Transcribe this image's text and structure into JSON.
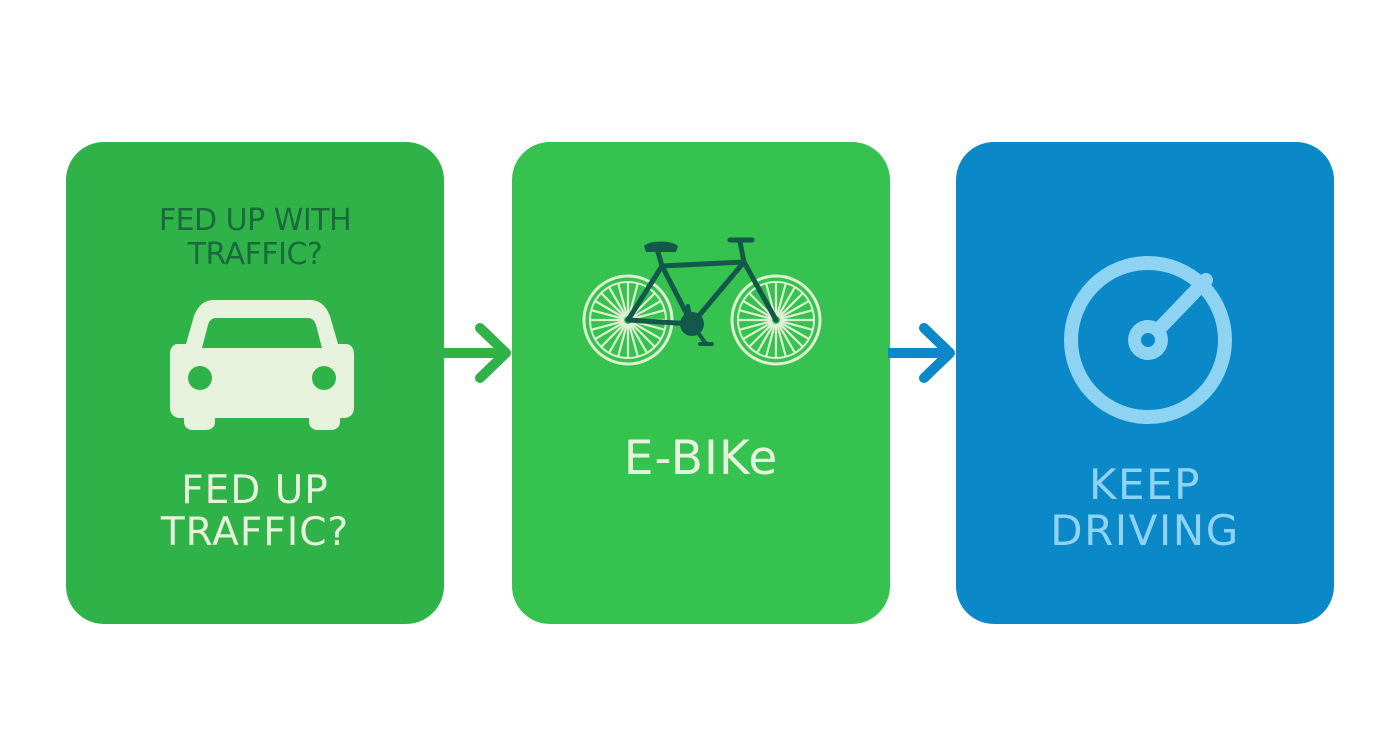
{
  "colors": {
    "background": "#ffffff",
    "panel_traffic": "#2fb348",
    "panel_ebike": "#35c24f",
    "panel_drive": "#0a88c8",
    "dark_green_text": "#1a6a3e",
    "light_text": "#e6f2dc",
    "drive_text": "#8fd3f2",
    "bike_dark": "#13584a",
    "bike_wheel": "#dff0d2",
    "gauge": "#8fd3f2",
    "arrow_green": "#2fb348",
    "arrow_blue": "#0a88c8"
  },
  "panels": {
    "traffic": {
      "top_text": "FED UP WITH\nTRAFFIC?",
      "bottom_text": "FED UP\nTRAFFIC?",
      "icon": "car-icon"
    },
    "ebike": {
      "label": "E-BIKe",
      "icon": "bicycle-icon"
    },
    "drive": {
      "label": "KEEP\nDRIVING",
      "icon": "gauge-icon"
    }
  },
  "arrows": [
    "arrow-right-icon",
    "arrow-right-icon"
  ]
}
